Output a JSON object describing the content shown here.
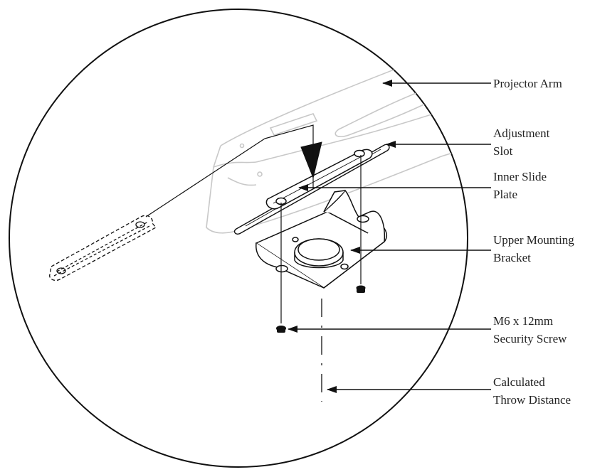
{
  "diagram": {
    "callouts": [
      {
        "id": "projector-arm",
        "lines": [
          "Projector Arm"
        ]
      },
      {
        "id": "adjustment-slot",
        "lines": [
          "Adjustment",
          "Slot"
        ]
      },
      {
        "id": "inner-slide-plate",
        "lines": [
          "Inner Slide",
          "Plate"
        ]
      },
      {
        "id": "upper-mounting-bracket",
        "lines": [
          "Upper Mounting",
          "Bracket"
        ]
      },
      {
        "id": "security-screw",
        "lines": [
          "M6 x 12mm",
          "Security Screw"
        ]
      },
      {
        "id": "throw-distance",
        "lines": [
          "Calculated",
          "Throw Distance"
        ]
      }
    ]
  },
  "colors": {
    "line": "#111111",
    "faint": "#c8c8c8",
    "text": "#222222",
    "background": "#ffffff"
  }
}
